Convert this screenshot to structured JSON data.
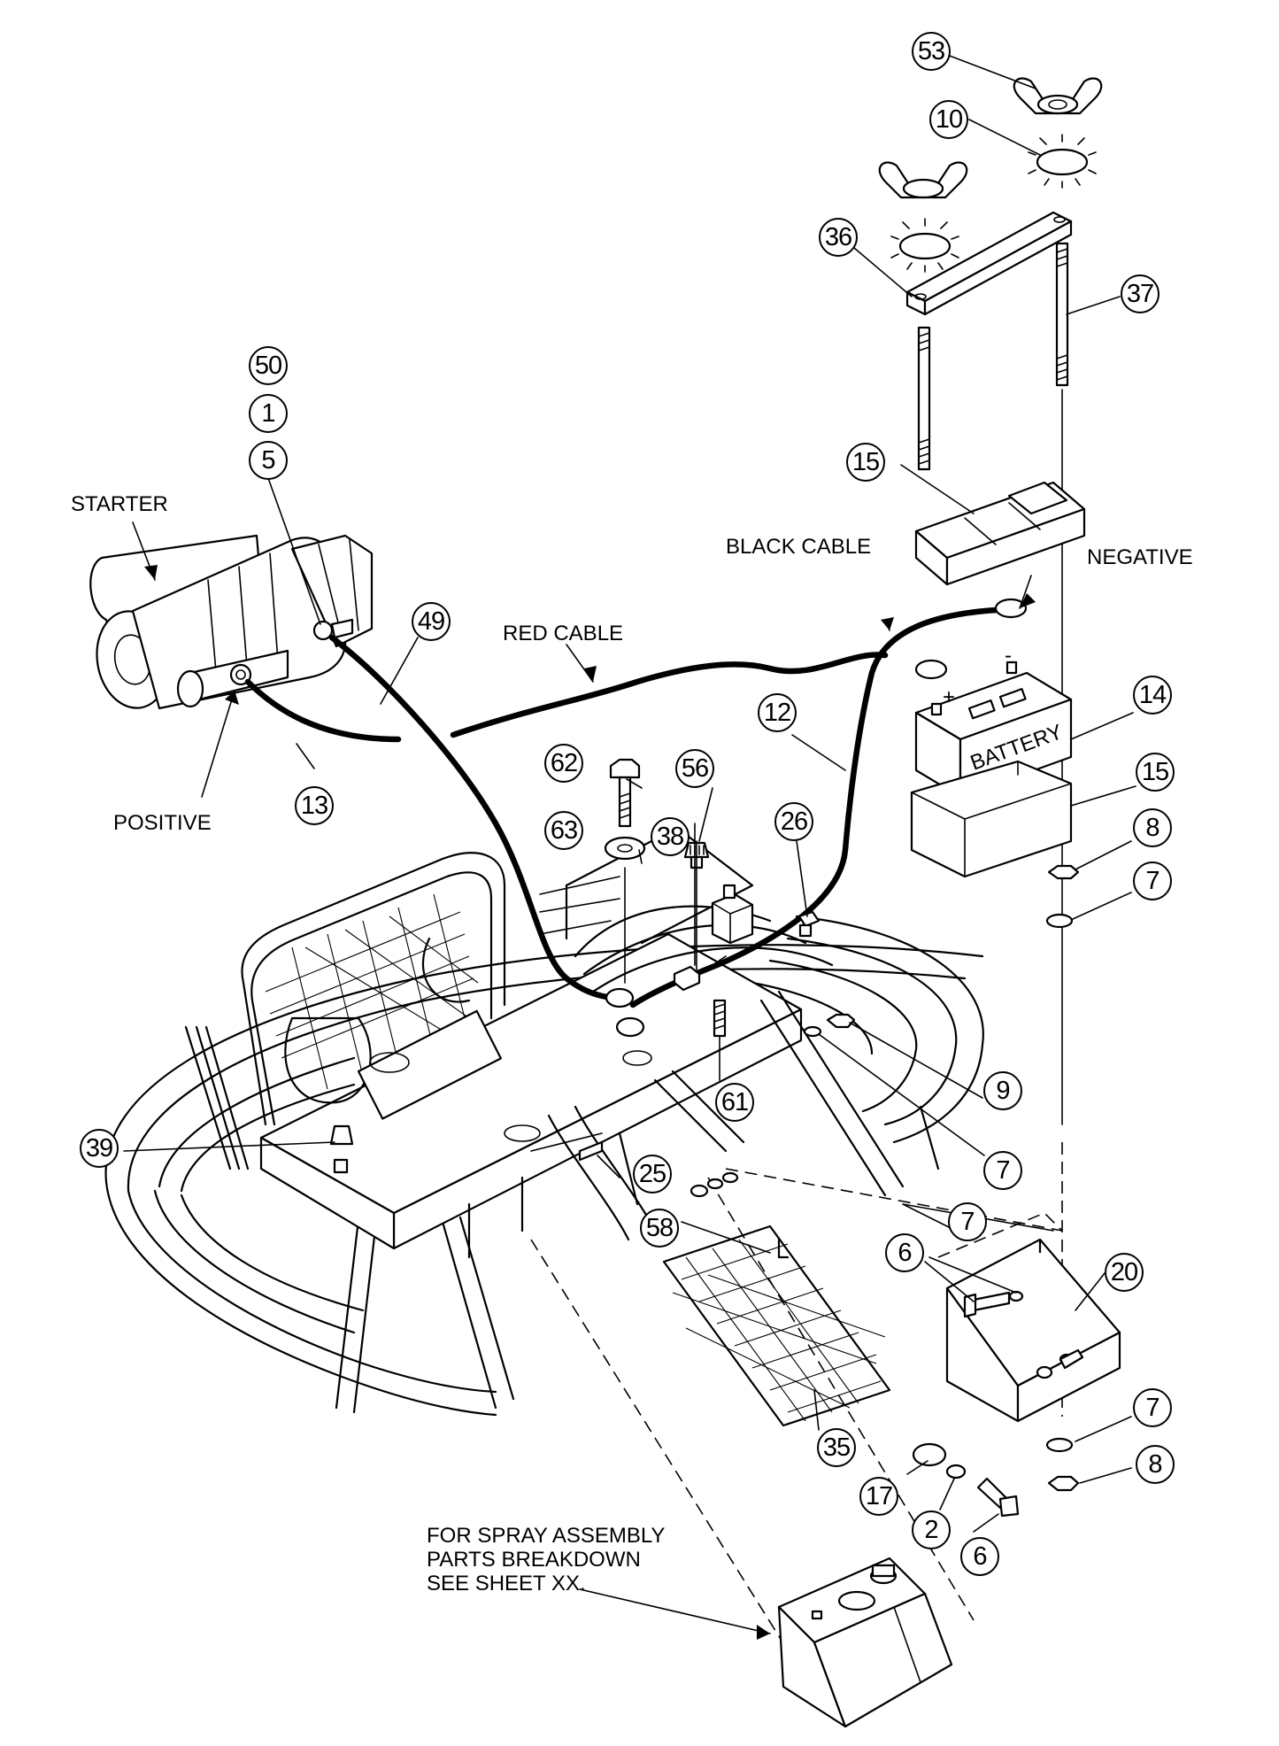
{
  "labels": {
    "starter": "STARTER",
    "positive": "POSITIVE",
    "red_cable": "RED CABLE",
    "black_cable": "BLACK CABLE",
    "negative": "NEGATIVE",
    "battery": "BATTERY",
    "note_line1": "FOR SPRAY ASSEMBLY",
    "note_line2": "PARTS BREAKDOWN",
    "note_line3": "SEE SHEET XX."
  },
  "callouts": {
    "c53": "53",
    "c10": "10",
    "c36": "36",
    "c37": "37",
    "c15a": "15",
    "c50": "50",
    "c1": "1",
    "c5": "5",
    "c49": "49",
    "c13": "13",
    "c12": "12",
    "c14": "14",
    "c15b": "15",
    "c8a": "8",
    "c7a": "7",
    "c62": "62",
    "c63": "63",
    "c56": "56",
    "c38": "38",
    "c26": "26",
    "c9": "9",
    "c7b": "7",
    "c61": "61",
    "c39": "39",
    "c25": "25",
    "c58": "58",
    "c7c": "7",
    "c6a": "6",
    "c20": "20",
    "c7d": "7",
    "c8b": "8",
    "c35": "35",
    "c17": "17",
    "c2": "2",
    "c6b": "6"
  }
}
